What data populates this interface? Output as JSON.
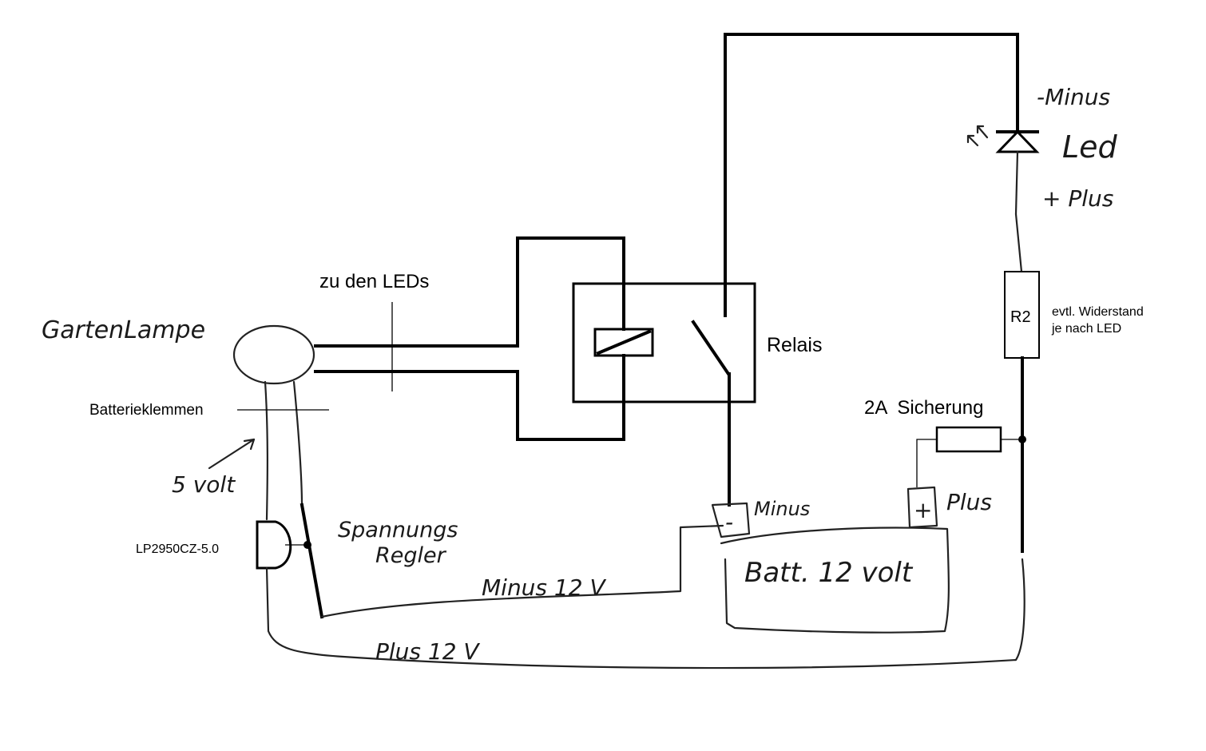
{
  "labels": {
    "zu_den_leds": "zu den LEDs",
    "relais": "Relais",
    "r2": "R2",
    "widerstand_line1": "evtl. Widerstand",
    "widerstand_line2": "je nach LED",
    "sicherung": "2A  Sicherung",
    "batterieklemmen": "Batterieklemmen",
    "regler_part": "LP2950CZ-5.0"
  },
  "handwritten": {
    "gartenlampe": "GartenLampe",
    "fuenf_volt": "5 volt",
    "spannungs": "Spannungs",
    "regler": "Regler",
    "minus_12v": "Minus 12 V",
    "plus_12v": "Plus 12 V",
    "minus_top": "-Minus",
    "led": "Led",
    "plus_top": "+ Plus",
    "minus_batt": "Minus",
    "plus_batt": "Plus",
    "batt": "Batt. 12 volt",
    "batt_minus_sign": "-",
    "batt_plus_sign": "+"
  }
}
